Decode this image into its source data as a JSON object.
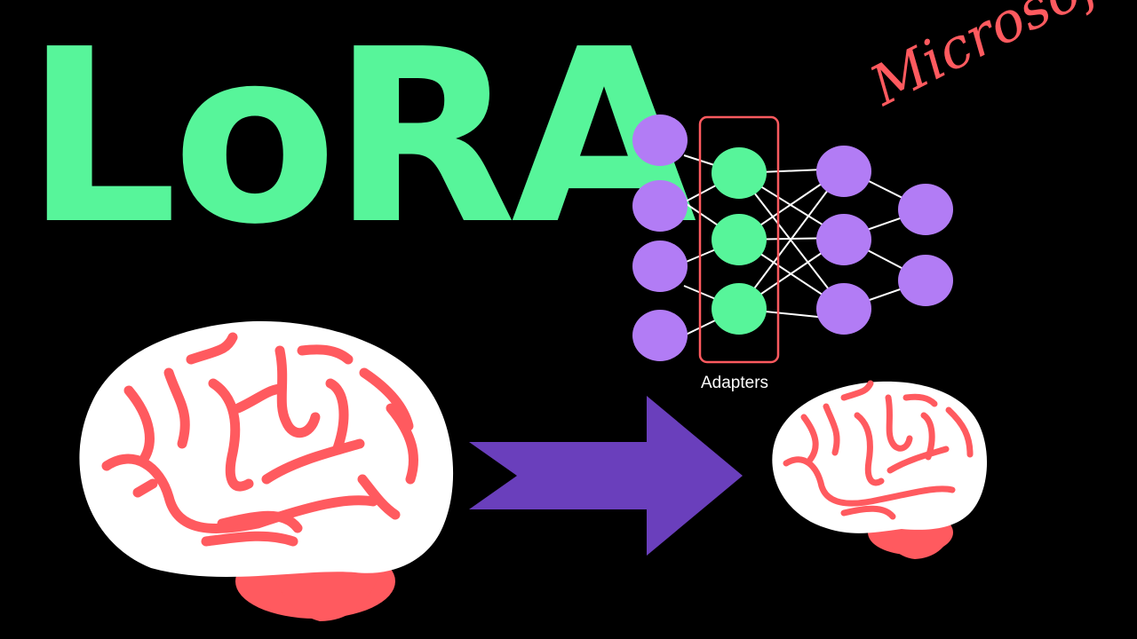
{
  "title": "LoRA",
  "brand": "Microsoft",
  "network": {
    "adapter_label": "Adapters"
  },
  "colors": {
    "background": "#000000",
    "title": "#57F59A",
    "brand": "#FF5A5F",
    "input_node": "#B27CF5",
    "adapter_node": "#57F59A",
    "adapter_box": "#FF5A5F",
    "edge": "#FFFFFF",
    "brain_fill": "#FFFFFF",
    "brain_lines": "#FF5A5F",
    "arrow": "#6A3FBC"
  }
}
